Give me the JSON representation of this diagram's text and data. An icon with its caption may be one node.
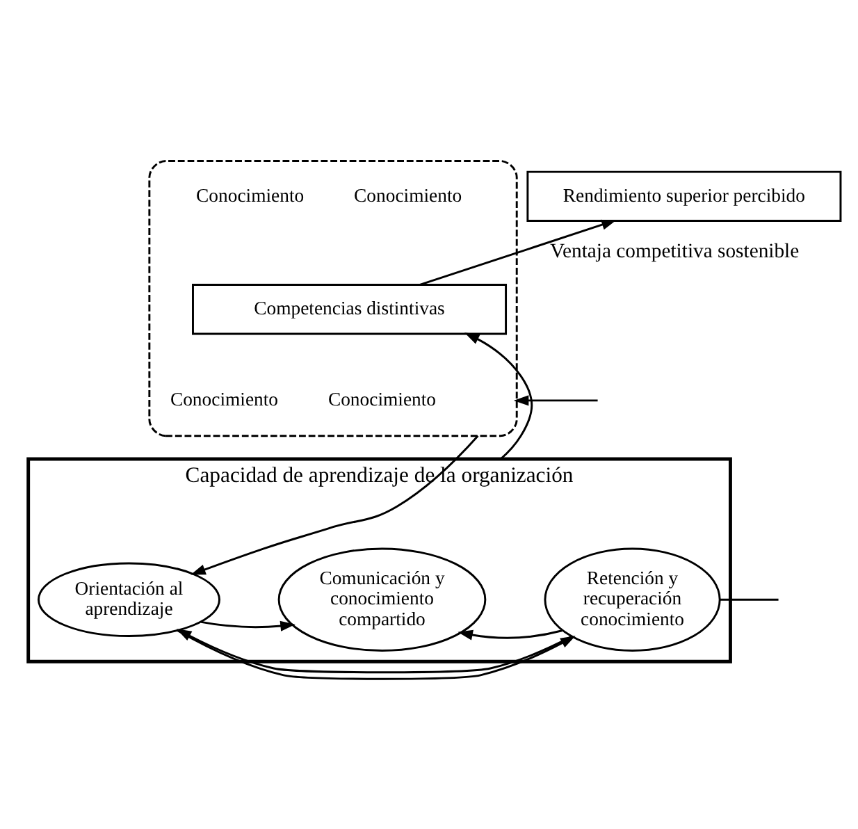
{
  "diagram": {
    "nodes": [
      {
        "text": [
          "Rendimiento superior percibido"
        ]
      },
      {
        "text": [],
        "shape": "box"
      },
      {
        "text": [
          "Competencias distintivas"
        ],
        "in": 1
      },
      {
        "text": [
          "Capacidad de aprendizaje de la organización"
        ]
      },
      {
        "text": [
          "Orientación al aprendizaje"
        ],
        "in": 3
      },
      {
        "text": [
          "Comunicación y conocimiento compartido"
        ],
        "in": 3
      },
      {
        "text": [
          "Retención y recuperación conocimiento"
        ],
        "in": 3
      }
    ],
    "edges": [
      {
        "from": 2,
        "to": 0,
        "arrow": "to",
        "label": "Ventaja competitiva sostenible"
      },
      {
        "from": 3,
        "to": 2,
        "arrow": "to"
      },
      {
        "from": 1,
        "to": 4,
        "arrow": "to"
      },
      {
        "from": null,
        "to": 1,
        "arrow": "to"
      },
      {
        "from": 6,
        "to": null,
        "arrow": "none"
      },
      {
        "from": 6,
        "to": 4,
        "arrow": "to"
      },
      {
        "from": 6,
        "to": 5,
        "arrow": "to"
      },
      {
        "from": 4,
        "to": 5,
        "arrow": "to"
      },
      {
        "from": 4,
        "to": 6,
        "arrow": "to"
      }
    ],
    "labels": [
      "Conocimiento",
      "Conocimiento",
      "Conocimiento",
      "Conocimiento"
    ]
  }
}
